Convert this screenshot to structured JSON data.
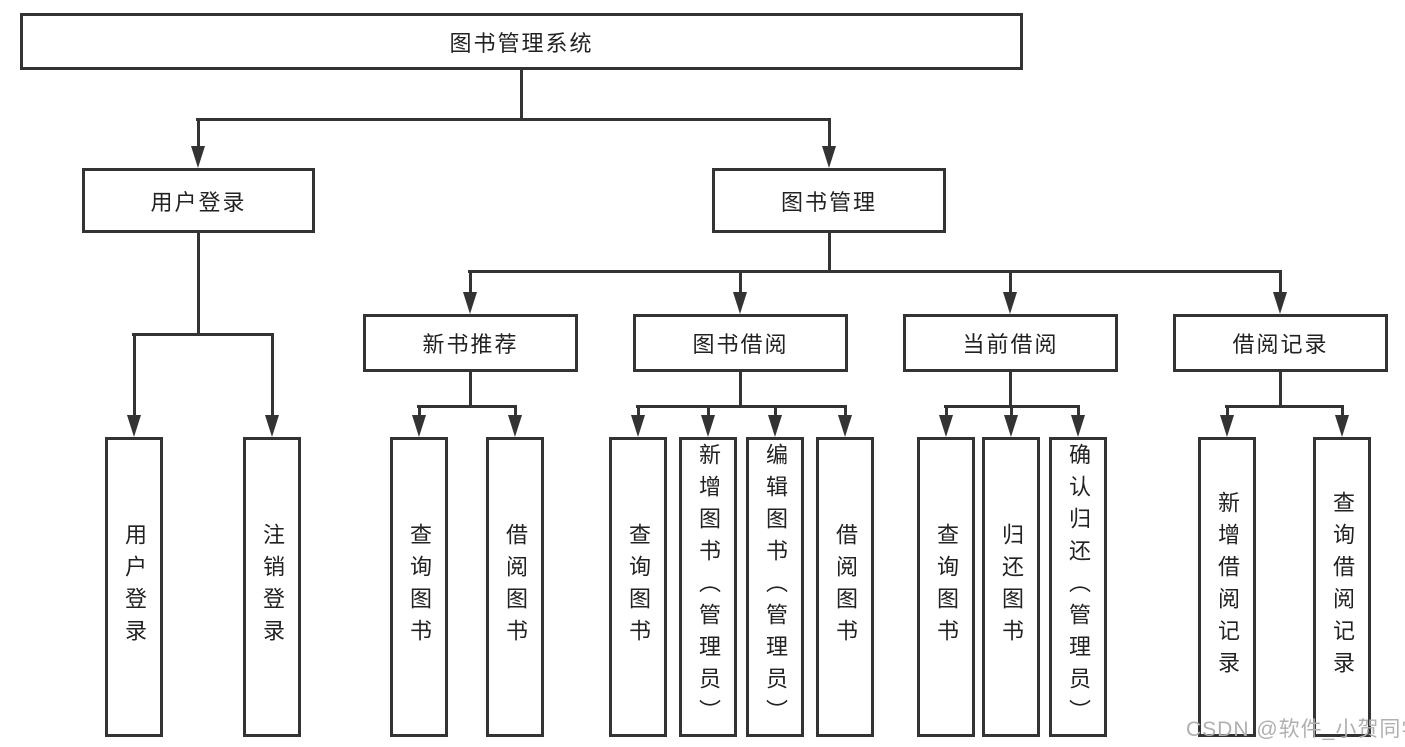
{
  "colors": {
    "line": "#333333",
    "text": "#222222",
    "box_background": "#ffffff",
    "watermark": "#b0b0b0"
  },
  "tree": {
    "label": "图书管理系统",
    "children": [
      {
        "label": "用户登录",
        "children": [
          {
            "label": "用户登录"
          },
          {
            "label": "注销登录"
          }
        ]
      },
      {
        "label": "图书管理",
        "children": [
          {
            "label": "新书推荐",
            "children": [
              {
                "label": "查询图书"
              },
              {
                "label": "借阅图书"
              }
            ]
          },
          {
            "label": "图书借阅",
            "children": [
              {
                "label": "查询图书"
              },
              {
                "label": "新增图书（管理员）"
              },
              {
                "label": "编辑图书（管理员）"
              },
              {
                "label": "借阅图书"
              }
            ]
          },
          {
            "label": "当前借阅",
            "children": [
              {
                "label": "查询图书"
              },
              {
                "label": "归还图书"
              },
              {
                "label": "确认归还（管理员）"
              }
            ]
          },
          {
            "label": "借阅记录",
            "children": [
              {
                "label": "新增借阅记录"
              },
              {
                "label": "查询借阅记录"
              }
            ]
          }
        ]
      }
    ]
  },
  "watermark": {
    "text": "CSDN @软件_小贺同学"
  }
}
